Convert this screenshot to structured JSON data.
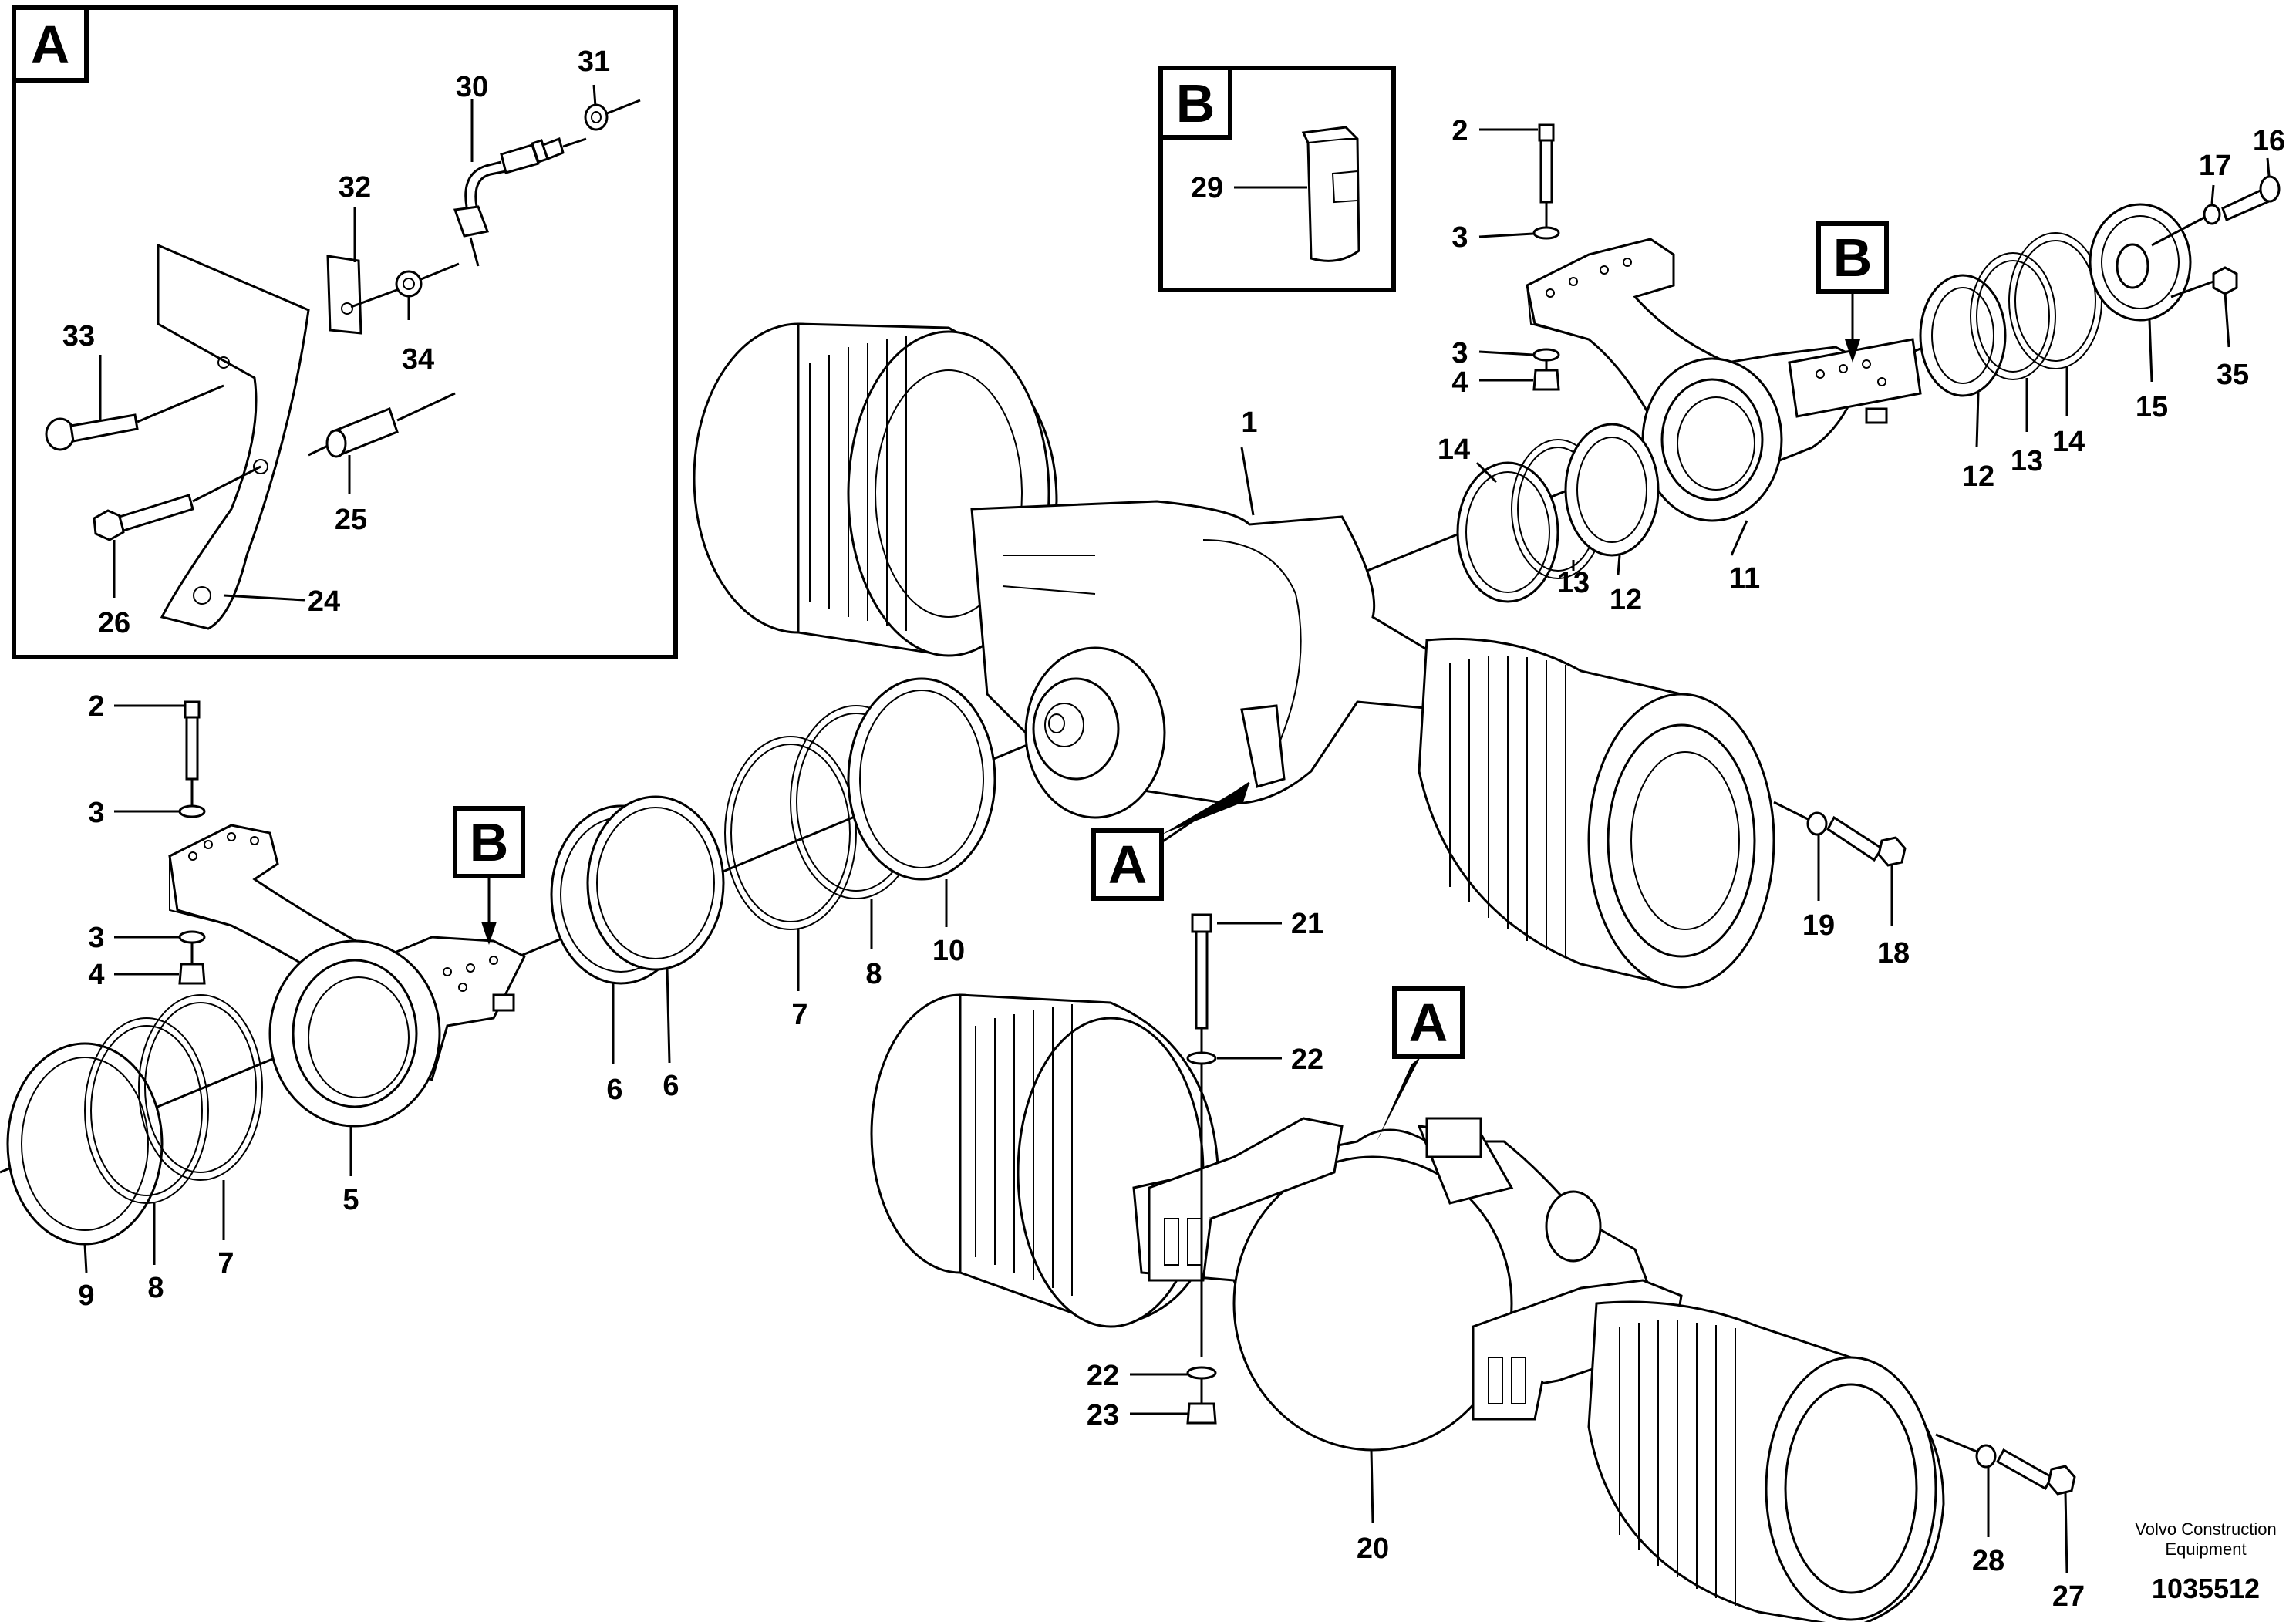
{
  "detail_boxes": {
    "a": "A",
    "b": "B"
  },
  "view_markers": {
    "b_left": "B",
    "b_right": "B",
    "a_upper_axle": "A",
    "a_lower_axle": "A"
  },
  "callouts": {
    "n1": "1",
    "n2_upper": "2",
    "n3_upper_a": "3",
    "n3_upper_b": "3",
    "n4_upper": "4",
    "n2_left": "2",
    "n3_left_a": "3",
    "n3_left_b": "3",
    "n4_left": "4",
    "n5": "5",
    "n6_a": "6",
    "n6_b": "6",
    "n7_left": "7",
    "n7_mid": "7",
    "n8_left": "8",
    "n8_mid": "8",
    "n9": "9",
    "n10": "10",
    "n11": "11",
    "n12_a": "12",
    "n12_b": "12",
    "n13_a": "13",
    "n13_b": "13",
    "n14_a": "14",
    "n14_b": "14",
    "n15": "15",
    "n16": "16",
    "n17": "17",
    "n18": "18",
    "n19": "19",
    "n20": "20",
    "n21": "21",
    "n22_a": "22",
    "n22_b": "22",
    "n23": "23",
    "n24": "24",
    "n25": "25",
    "n26": "26",
    "n27": "27",
    "n28": "28",
    "n29": "29",
    "n30": "30",
    "n31": "31",
    "n32": "32",
    "n33": "33",
    "n34": "34",
    "n35": "35"
  },
  "footer": {
    "company_line1": "Volvo Construction",
    "company_line2": "Equipment",
    "drawing_number": "1035512"
  }
}
